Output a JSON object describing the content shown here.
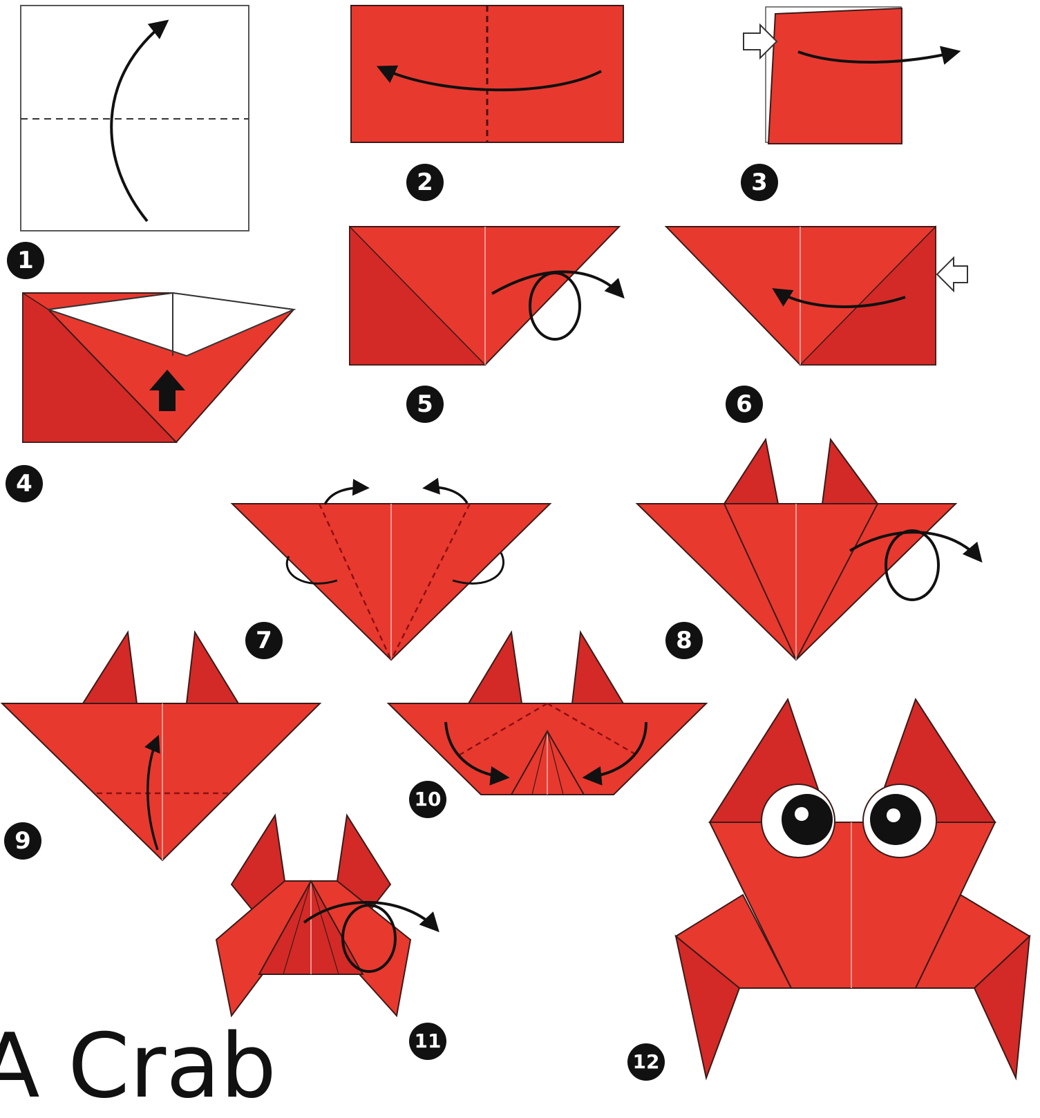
{
  "title": "A Crab",
  "steps": [
    {
      "n": "1"
    },
    {
      "n": "2"
    },
    {
      "n": "3"
    },
    {
      "n": "4"
    },
    {
      "n": "5"
    },
    {
      "n": "6"
    },
    {
      "n": "7"
    },
    {
      "n": "8"
    },
    {
      "n": "9"
    },
    {
      "n": "10"
    },
    {
      "n": "11"
    },
    {
      "n": "12"
    }
  ],
  "colors": {
    "paper": "#e8392f",
    "paper_dark": "#d32a27",
    "outline": "#3a1a18",
    "badge": "#111111",
    "white": "#ffffff"
  }
}
